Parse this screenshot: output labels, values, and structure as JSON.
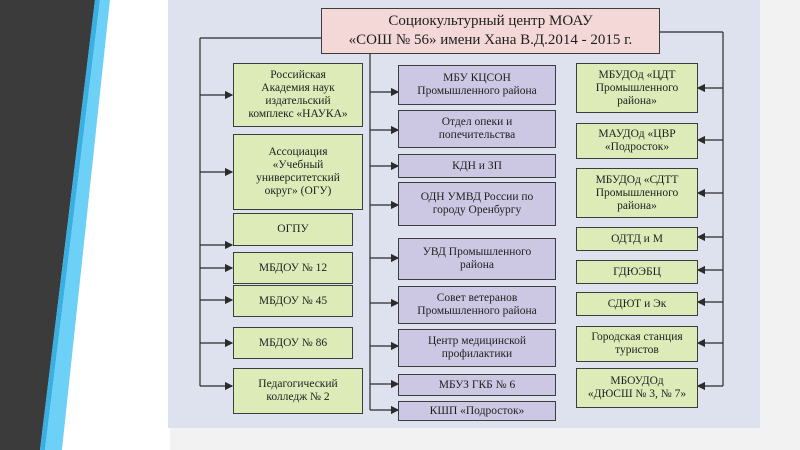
{
  "title": "Социокультурный центр МОАУ\n«СОШ  №  56» имени Хана В.Д.2014  - 2015 г.",
  "left_column": [
    "Российская\nАкадемия наук\nиздательский\nкомплекс «НАУКА»",
    "Ассоциация\n«Учебный\nуниверситетский\nокруг» (ОГУ)",
    "ОГПУ",
    "МБДОУ № 12",
    "МБДОУ № 45",
    "МБДОУ № 86",
    "Педагогический\nколледж № 2"
  ],
  "center_column": [
    "МБУ КЦСОН\nПромышленного района",
    "Отдел опеки и\nпопечительства",
    "КДН и ЗП",
    "ОДН УМВД России по\nгороду Оренбургу",
    "УВД Промышленного\nрайона",
    "Совет ветеранов\nПромышленного района",
    "Центр медицинской\nпрофилактики",
    "МБУЗ ГКБ № 6",
    "КШП «Подросток»"
  ],
  "right_column": [
    "МБУДОд «ЦДТ\nПромышленного\nрайона»",
    "МАУДОд «ЦВР\n«Подросток»",
    "МБУДОд «СДТТ\nПромышленного\nрайона»",
    "ОДТД и М",
    "ГДЮЭБЦ",
    "СДЮТ и Эк",
    "Городская станция\nтуристов",
    "МБОУДОд\n«ДЮСШ № 3, № 7»"
  ],
  "colors": {
    "left_boxes": "#dcebb8",
    "center_boxes": "#ccc8e3",
    "title_box": "#f4d8d8",
    "panel": "#dde2ee",
    "stripe_blue": "#3ab0e2",
    "stripe_dark": "#3b3b3b"
  }
}
